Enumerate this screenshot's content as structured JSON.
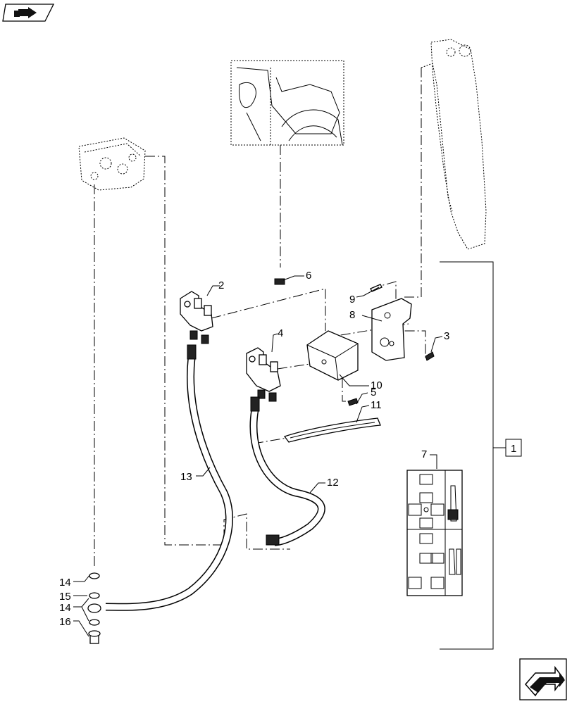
{
  "callouts": {
    "c1": "1",
    "c2": "2",
    "c3": "3",
    "c4": "4",
    "c5": "5",
    "c6": "6",
    "c7": "7",
    "c8": "8",
    "c9": "9",
    "c10": "10",
    "c11": "11",
    "c12": "12",
    "c13": "13",
    "c14a": "14",
    "c15": "15",
    "c14b": "14",
    "c16": "16"
  },
  "icons": {
    "top_left": "previous-page-arrow-icon",
    "bottom_right": "next-page-arrow-icon"
  }
}
